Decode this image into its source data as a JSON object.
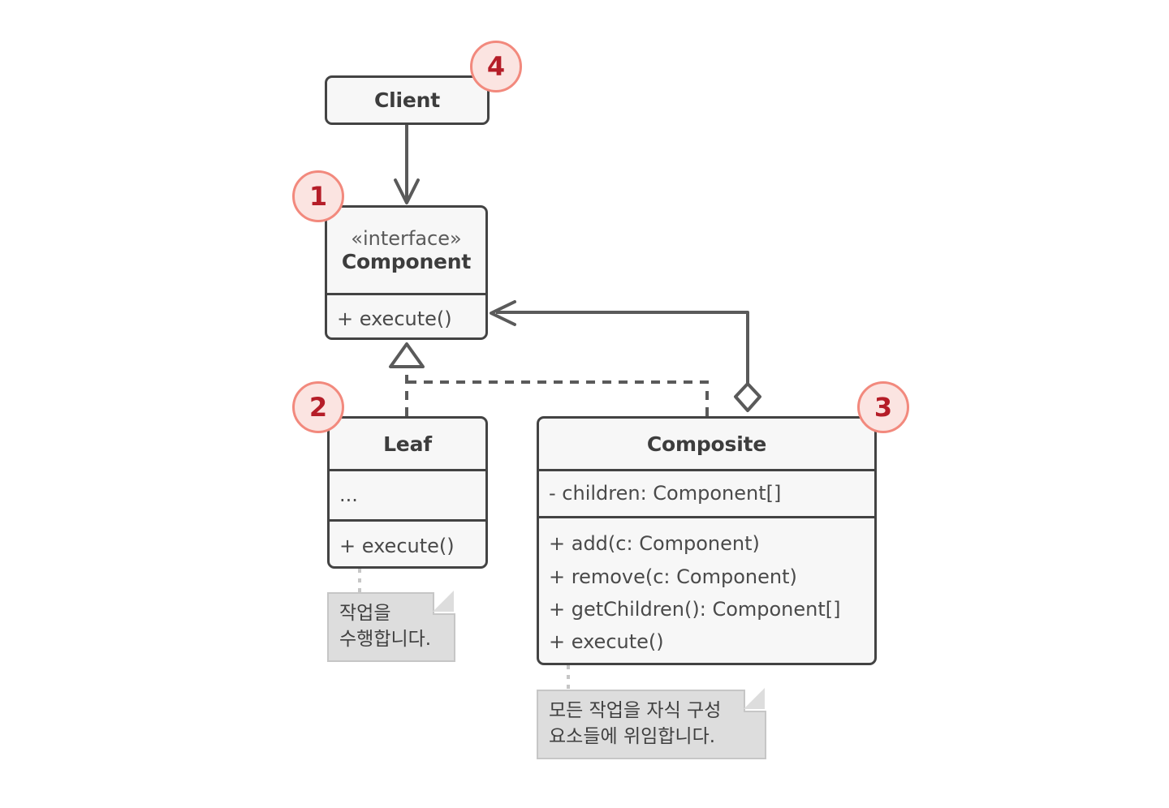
{
  "diagram": {
    "title": "Composite design pattern UML class diagram",
    "background": "#ffffff",
    "box_fill": "#f7f7f7",
    "box_stroke": "#434343",
    "note_fill": "#dddddd",
    "note_stroke": "#c6c6c6",
    "badge_fill": "#fbe4e1",
    "badge_stroke": "#f2897d",
    "badge_text_color": "#b51d28"
  },
  "classes": {
    "client": {
      "name": "Client"
    },
    "component": {
      "stereotype": "«interface»",
      "name": "Component",
      "operations": [
        "+ execute()"
      ]
    },
    "leaf": {
      "name": "Leaf",
      "attributes": [
        "..."
      ],
      "operations": [
        "+ execute()"
      ]
    },
    "composite": {
      "name": "Composite",
      "attributes": [
        "- children: Component[]"
      ],
      "operations": [
        "+ add(c: Component)",
        "+ remove(c: Component)",
        "+ getChildren(): Component[]",
        "+ execute()"
      ]
    }
  },
  "notes": {
    "leaf_note": "작업을\n수행합니다.",
    "composite_note": "모든 작업을 자식 구성\n요소들에 위임합니다."
  },
  "badges": [
    {
      "number": "1",
      "target": "component"
    },
    {
      "number": "2",
      "target": "leaf"
    },
    {
      "number": "3",
      "target": "composite"
    },
    {
      "number": "4",
      "target": "client"
    }
  ],
  "relationships": [
    {
      "type": "dependency",
      "from": "Client",
      "to": "Component",
      "style": "solid-open-arrow"
    },
    {
      "type": "realization",
      "from": "Leaf",
      "to": "Component",
      "style": "dashed-hollow-triangle"
    },
    {
      "type": "realization",
      "from": "Composite",
      "to": "Component",
      "style": "dashed-hollow-triangle"
    },
    {
      "type": "aggregation",
      "from": "Composite",
      "to": "Component",
      "style": "solid-hollow-diamond-open-arrow"
    }
  ]
}
